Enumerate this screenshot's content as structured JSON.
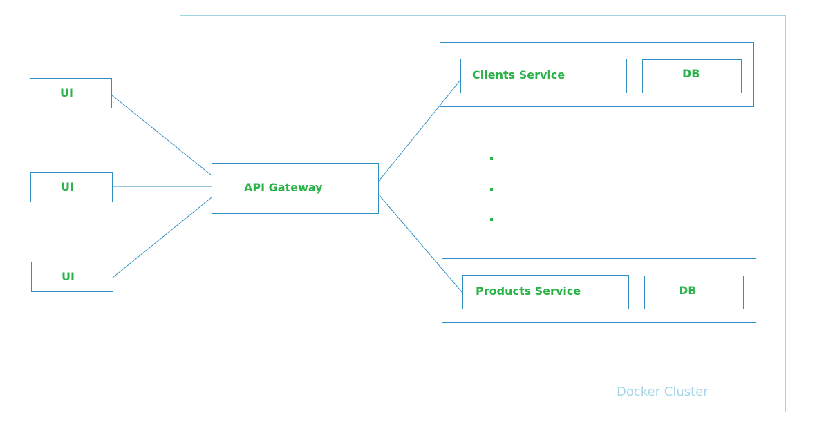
{
  "colors": {
    "line": "#2e8fc2",
    "cluster_border": "#9fd6e6",
    "label_text": "#2bb34a",
    "cluster_label_text": "#a6d8ea"
  },
  "cluster": {
    "label": "Docker Cluster"
  },
  "clients": [
    {
      "label": "UI"
    },
    {
      "label": "UI"
    },
    {
      "label": "UI"
    }
  ],
  "gateway": {
    "label": "API Gateway"
  },
  "services": [
    {
      "label": "Clients Service",
      "db_label": "DB"
    },
    {
      "label": "Products Service",
      "db_label": "DB"
    }
  ]
}
